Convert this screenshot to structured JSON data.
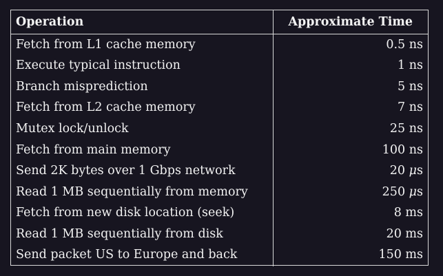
{
  "table": {
    "headers": {
      "operation": "Operation",
      "time": "Approximate Time"
    },
    "rows": [
      {
        "operation": "Fetch from L1 cache memory",
        "time": "0.5 ns"
      },
      {
        "operation": "Execute typical instruction",
        "time": "1 ns"
      },
      {
        "operation": "Branch misprediction",
        "time": "5 ns"
      },
      {
        "operation": "Fetch from L2 cache memory",
        "time": "7 ns"
      },
      {
        "operation": "Mutex lock/unlock",
        "time": "25 ns"
      },
      {
        "operation": "Fetch from main memory",
        "time": "100 ns"
      },
      {
        "operation": "Send 2K bytes over 1 Gbps network",
        "time": "20 μs"
      },
      {
        "operation": "Read 1 MB sequentially from memory",
        "time": "250 μs"
      },
      {
        "operation": "Fetch from new disk location (seek)",
        "time": "8 ms"
      },
      {
        "operation": "Read 1 MB sequentially from disk",
        "time": "20 ms"
      },
      {
        "operation": "Send packet US to Europe and back",
        "time": "150 ms"
      }
    ]
  },
  "colors": {
    "background": "#171520",
    "text": "#f2f2f2",
    "border": "#d9d9d9"
  }
}
